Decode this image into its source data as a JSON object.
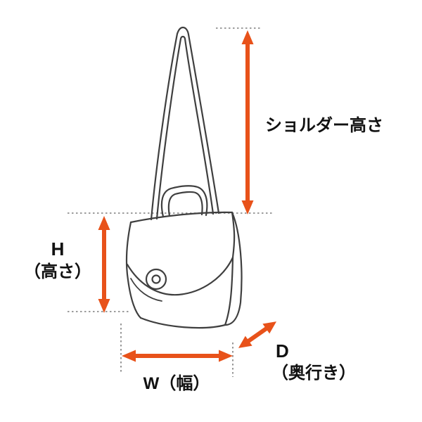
{
  "labels": {
    "shoulder_height": "ショルダー高さ",
    "height_letter": "H",
    "height_suffix": "（高さ）",
    "width": "W（幅）",
    "depth_letter": "D",
    "depth_suffix": "（奥行き）"
  },
  "colors": {
    "arrow": "#e8521a",
    "outline": "#3f3f3f",
    "guide": "#7d7d7d",
    "background": "#ffffff",
    "text": "#111111"
  },
  "illustration": "shoulder-bag-outline-drawing"
}
